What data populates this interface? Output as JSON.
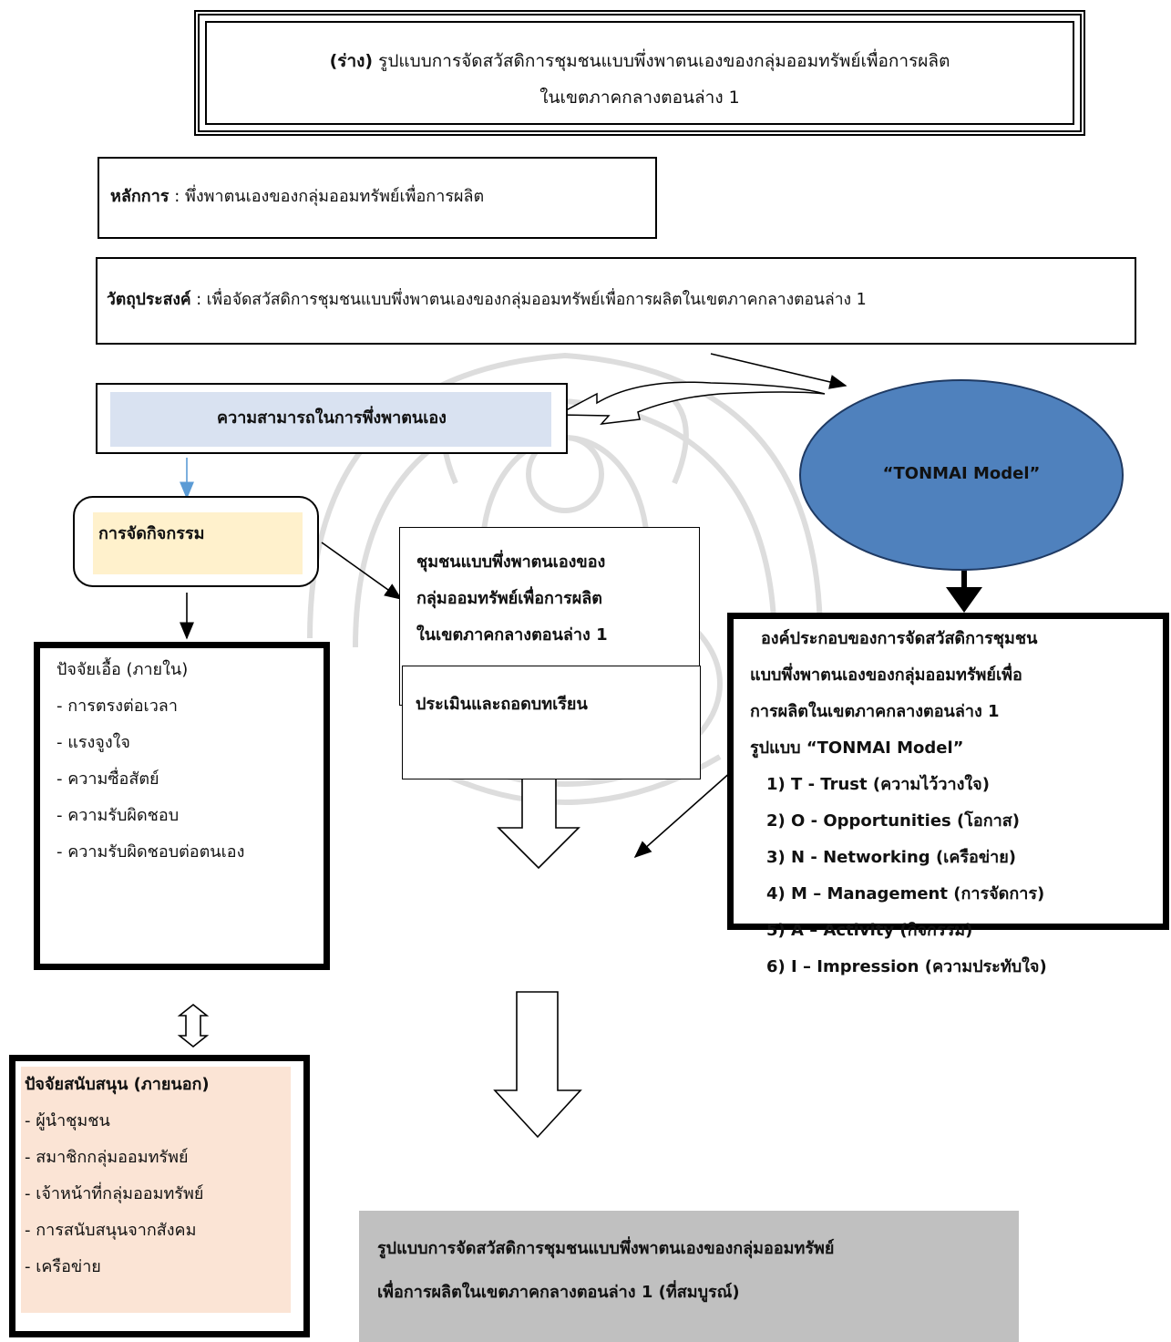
{
  "title": {
    "prefix": "(ร่าง)",
    "line1": " รูปแบบการจัดสวัสดิการชุมชนแบบพึ่งพาตนเองของกลุ่มออมทรัพย์เพื่อการผลิต",
    "line2": "ในเขตภาคกลางตอนล่าง 1"
  },
  "principle": {
    "label": "หลักการ",
    "text": " :  พึ่งพาตนเองของกลุ่มออมทรัพย์เพื่อการผลิต"
  },
  "objective": {
    "label": "วัตถุประสงค์",
    "text": " : เพื่อจัดสวัสดิการชุมชนแบบพึ่งพาตนเองของกลุ่มออมทรัพย์เพื่อการผลิตในเขตภาคกลางตอนล่าง 1"
  },
  "ability": "ความสามารถในการพึ่งพาตนเอง",
  "model_name": "“TONMAI Model”",
  "activity": "การจัดกิจกรรม",
  "community": [
    "ชุมชนแบบพึ่งพาตนเองของ",
    "กลุ่มออมทรัพย์เพื่อการผลิต",
    "ในเขตภาคกลางตอนล่าง 1"
  ],
  "internal_factors": {
    "title": "ปัจจัยเอื้อ (ภายใน)",
    "items": [
      "- การตรงต่อเวลา",
      "- แรงจูงใจ",
      "- ความซื่อสัตย์",
      "- ความรับผิดชอบ",
      "- ความรับผิดชอบต่อตนเอง"
    ]
  },
  "external_factors": {
    "title": "ปัจจัยสนับสนุน (ภายนอก)",
    "items": [
      "- ผู้นำชุมชน",
      "- สมาชิกกลุ่มออมทรัพย์",
      "- เจ้าหน้าที่กลุ่มออมทรัพย์",
      "- การสนับสนุนจากสังคม",
      "- เครือข่าย"
    ]
  },
  "evaluation": "ประเมินและถอดบทเรียน",
  "components": {
    "heading": [
      "องค์ประกอบของการจัดสวัสดิการชุมชน",
      "แบบพึ่งพาตนเองของกลุ่มออมทรัพย์เพื่อ",
      "การผลิตในเขตภาคกลางตอนล่าง 1",
      "รูปแบบ  “TONMAI Model”"
    ],
    "items": [
      "1) T - Trust (ความไว้วางใจ)",
      "2) O - Opportunities (โอกาส)",
      "3) N - Networking (เครือข่าย)",
      "4) M – Management (การจัดการ)",
      "5) A – Activity (กิจกรรม)",
      "6) I – Impression (ความประทับใจ)"
    ]
  },
  "result": [
    "รูปแบบการจัดสวัสดิการชุมชนแบบพึ่งพาตนเองของกลุ่มออมทรัพย์",
    "เพื่อการผลิตในเขตภาคกลางตอนล่าง 1 (ที่สมบูรณ์)"
  ],
  "colors": {
    "ellipse": "#4f81bd",
    "ability_fill": "#d9e2f1",
    "activity_fill": "#fff1cc",
    "support_fill": "#fbe4d5",
    "result_fill": "#c0c0c0"
  }
}
